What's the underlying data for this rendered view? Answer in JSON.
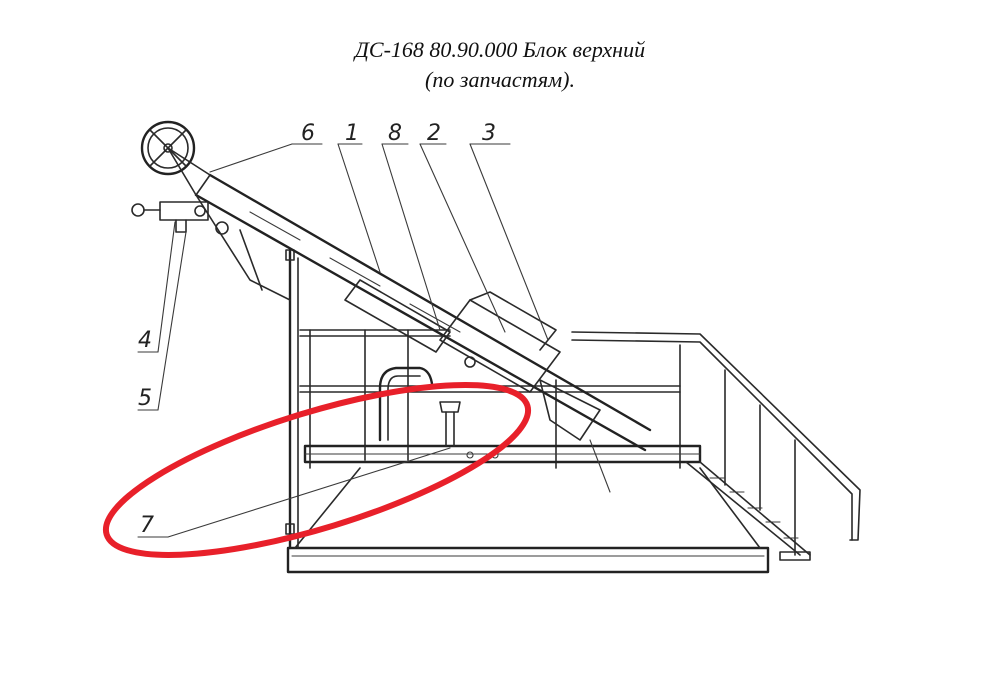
{
  "title": {
    "line1": "ДС-168 80.90.000 Блок верхний",
    "line2": "(по запчастям)."
  },
  "labels": {
    "l1": "1",
    "l2": "2",
    "l3": "3",
    "l4": "4",
    "l5": "5",
    "l6": "6",
    "l7": "7",
    "l8": "8"
  },
  "highlight": {
    "color": "#e8202a",
    "target": "7"
  }
}
